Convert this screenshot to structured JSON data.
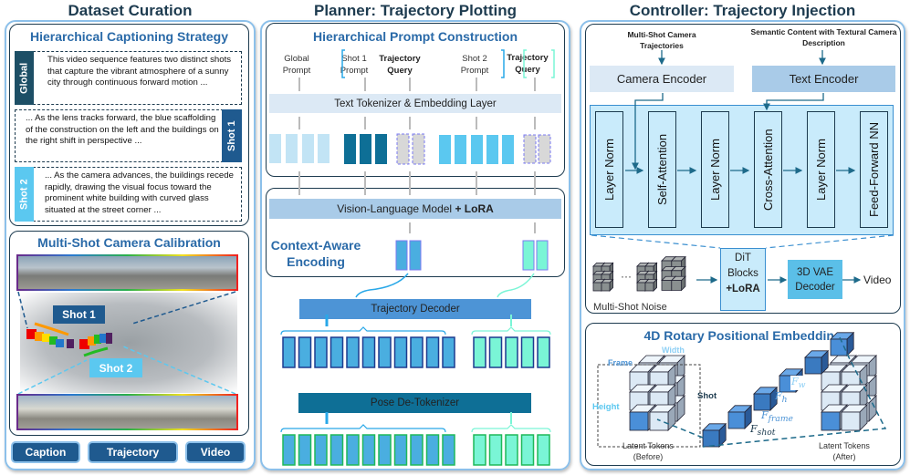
{
  "colors": {
    "dark_blue": "#1f5a8f",
    "navy": "#1d3b4f",
    "sky": "#5bc8f0",
    "teal": "#0e6f96",
    "mint": "#7af5d6",
    "light": "#dce9f5"
  },
  "left": {
    "title": "Dataset Curation",
    "captioning": {
      "title": "Hierarchical Captioning Strategy",
      "global_label": "Global",
      "global_text": "This video sequence features two distinct shots that capture the vibrant atmosphere of a sunny  city through continuous forward motion ...",
      "shot1_label": "Shot 1",
      "shot1_text": "... As the lens tracks forward, the blue scaffolding of the construction on the left and the buildings on the right shift in perspective ...",
      "shot2_label": "Shot 2",
      "shot2_text": "... As the camera advances, the buildings recede rapidly, drawing the visual focus toward the prominent white building with curved glass situated at the street corner ..."
    },
    "calibration": {
      "title": "Multi-Shot Camera Calibration",
      "shot1": "Shot 1",
      "shot2": "Shot 2"
    },
    "buttons": [
      "Caption",
      "Trajectory",
      "Video"
    ]
  },
  "middle": {
    "title": "Planner: Trajectory Plotting",
    "prompt": {
      "title": "Hierarchical Prompt Construction",
      "global": "Global Prompt",
      "shot1": "Shot 1 Prompt",
      "query1": "Trajectory Query",
      "shot2": "Shot 2 Prompt",
      "query2": "Trajectory Query",
      "tokenizer": "Text Tokenizer & Embedding Layer"
    },
    "vlm": "Vision-Language Model",
    "lora": "+ LoRA",
    "context": "Context-Aware Encoding",
    "decoder": "Trajectory Decoder",
    "detokenizer": "Pose De-Tokenizer"
  },
  "right": {
    "title": "Controller: Trajectory Injection",
    "cam_input": "Multi-Shot Camera Trajectories",
    "text_input": "Semantic Content with Textural Camera Description",
    "camera_encoder": "Camera Encoder",
    "text_encoder": "Text Encoder",
    "blocks": [
      "Layer Norm",
      "Self-Attention",
      "Layer Norm",
      "Cross-Attention",
      "Layer Norm",
      "Feed-Forward NN"
    ],
    "noise": "Multi-Shot Noise",
    "dit": "DiT Blocks",
    "dit_lora": "+LoRA",
    "vae": "3D VAE Decoder",
    "video": "Video",
    "rope": {
      "title": "4D Rotary Positional Embedding",
      "width": "Width",
      "frame": "Frame",
      "height": "Height",
      "shot": "Shot",
      "fw": "F",
      "fw_sub": "w",
      "fh": "F",
      "fh_sub": "h",
      "fframe": "F",
      "fframe_sub": "frame",
      "fshot": "F",
      "fshot_sub": "shot",
      "before": "Latent Tokens (Before)",
      "after": "Latent Tokens (After)"
    }
  }
}
